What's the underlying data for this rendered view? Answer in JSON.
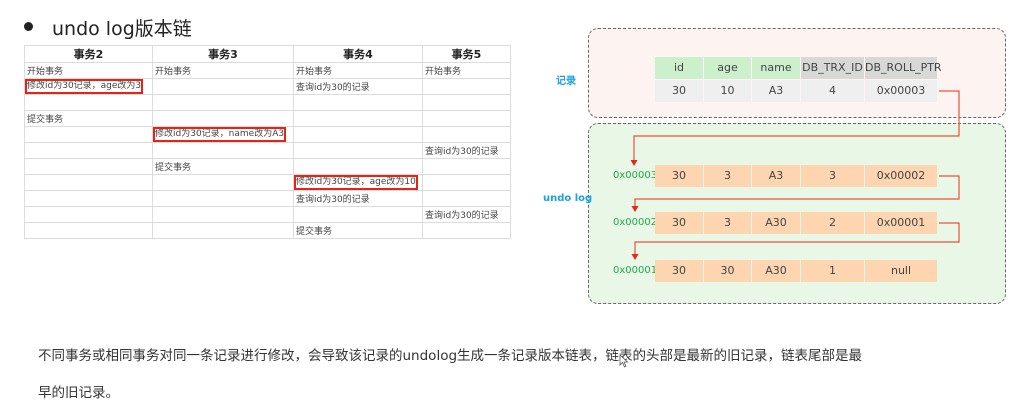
{
  "title": "undo log版本链",
  "tx_table": {
    "headers": [
      "事务2",
      "事务3",
      "事务4",
      "事务5"
    ],
    "rows": [
      [
        "开始事务",
        "开始事务",
        "开始事务",
        "开始事务"
      ],
      [
        "修改id为30记录，age改为3",
        "",
        "查询id为30的记录",
        ""
      ],
      [
        "",
        "",
        "",
        ""
      ],
      [
        "提交事务",
        "",
        "",
        ""
      ],
      [
        "",
        "修改id为30记录，name改为A3",
        "",
        ""
      ],
      [
        "",
        "",
        "",
        "查询id为30的记录"
      ],
      [
        "",
        "提交事务",
        "",
        ""
      ],
      [
        "",
        "",
        "修改id为30记录，age改为10",
        ""
      ],
      [
        "",
        "",
        "查询id为30的记录",
        ""
      ],
      [
        "",
        "",
        "",
        "查询id为30的记录"
      ],
      [
        "",
        "",
        "提交事务",
        ""
      ]
    ],
    "highlighted": [
      [
        1,
        0
      ],
      [
        4,
        1
      ],
      [
        7,
        2
      ]
    ]
  },
  "diagram": {
    "record_label": "记录",
    "undo_label": "undo log",
    "columns": [
      "id",
      "age",
      "name",
      "DB_TRX_ID",
      "DB_ROLL_PTR"
    ],
    "record": [
      "30",
      "10",
      "A3",
      "4",
      "0x00003"
    ],
    "undo_rows": [
      {
        "addr": "0x00003",
        "values": [
          "30",
          "3",
          "A3",
          "3",
          "0x00002"
        ]
      },
      {
        "addr": "0x00002",
        "values": [
          "30",
          "3",
          "A30",
          "2",
          "0x00001"
        ]
      },
      {
        "addr": "0x00001",
        "values": [
          "30",
          "30",
          "A30",
          "1",
          "null"
        ]
      }
    ],
    "colors": {
      "header_user": "#ccf0cc",
      "header_hidden": "#d8d8d8",
      "record_value": "#efefef",
      "undo_value": "#fdd5b1",
      "arrow": "#e8533a",
      "addr": "#22a84a",
      "side_label": "#1aa0e6"
    }
  },
  "paragraph": {
    "line1": "不同事务或相同事务对同一条记录进行修改，会导致该记录的undolog生成一条记录版本链表，链表的头部是最新的旧记录，链表尾部是最",
    "line2": "早的旧记录。"
  }
}
